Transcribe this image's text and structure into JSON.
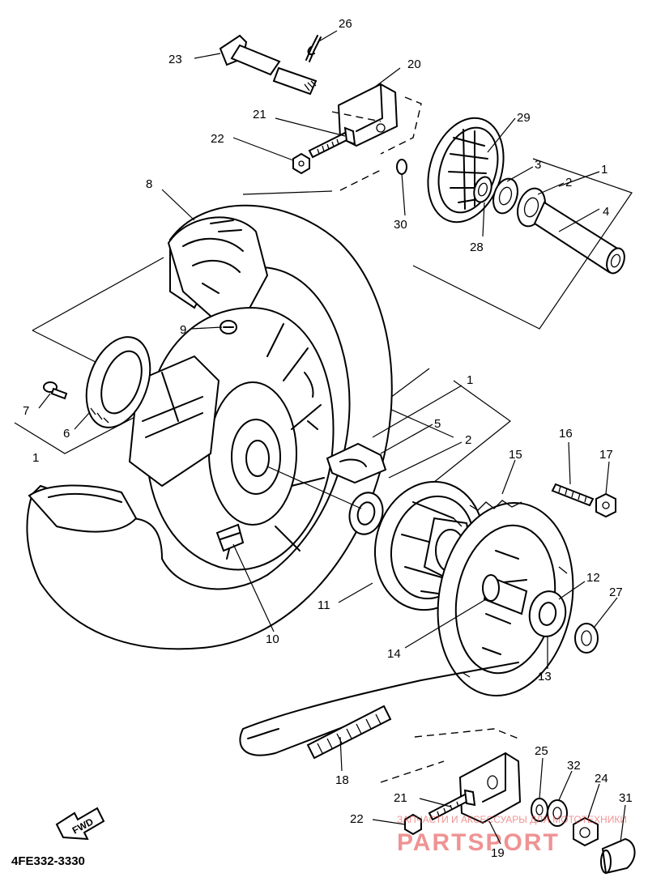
{
  "diagram": {
    "code": "4FE332-3330",
    "direction_label": "FWD",
    "watermark_top": "ЗАПЧАСТИ И АКСЕССУАРЫ ДЛЯ МОТОТЕХНИКИ",
    "watermark_brand": "PARTSPORT",
    "callouts": [
      {
        "id": "c1a",
        "text": "1"
      },
      {
        "id": "c1b",
        "text": "1"
      },
      {
        "id": "c1c",
        "text": "1"
      },
      {
        "id": "c2a",
        "text": "2"
      },
      {
        "id": "c2b",
        "text": "2"
      },
      {
        "id": "c3",
        "text": "3"
      },
      {
        "id": "c4",
        "text": "4"
      },
      {
        "id": "c5",
        "text": "5"
      },
      {
        "id": "c6",
        "text": "6"
      },
      {
        "id": "c7",
        "text": "7"
      },
      {
        "id": "c8",
        "text": "8"
      },
      {
        "id": "c9",
        "text": "9"
      },
      {
        "id": "c10",
        "text": "10"
      },
      {
        "id": "c11",
        "text": "11"
      },
      {
        "id": "c12",
        "text": "12"
      },
      {
        "id": "c13",
        "text": "13"
      },
      {
        "id": "c14",
        "text": "14"
      },
      {
        "id": "c15",
        "text": "15"
      },
      {
        "id": "c16",
        "text": "16"
      },
      {
        "id": "c17",
        "text": "17"
      },
      {
        "id": "c18",
        "text": "18"
      },
      {
        "id": "c19",
        "text": "19"
      },
      {
        "id": "c20",
        "text": "20"
      },
      {
        "id": "c21a",
        "text": "21"
      },
      {
        "id": "c21b",
        "text": "21"
      },
      {
        "id": "c22a",
        "text": "22"
      },
      {
        "id": "c22b",
        "text": "22"
      },
      {
        "id": "c23",
        "text": "23"
      },
      {
        "id": "c24",
        "text": "24"
      },
      {
        "id": "c25",
        "text": "25"
      },
      {
        "id": "c26",
        "text": "26"
      },
      {
        "id": "c27",
        "text": "27"
      },
      {
        "id": "c28",
        "text": "28"
      },
      {
        "id": "c29",
        "text": "29"
      },
      {
        "id": "c30",
        "text": "30"
      },
      {
        "id": "c31",
        "text": "31"
      },
      {
        "id": "c32",
        "text": "32"
      }
    ]
  }
}
